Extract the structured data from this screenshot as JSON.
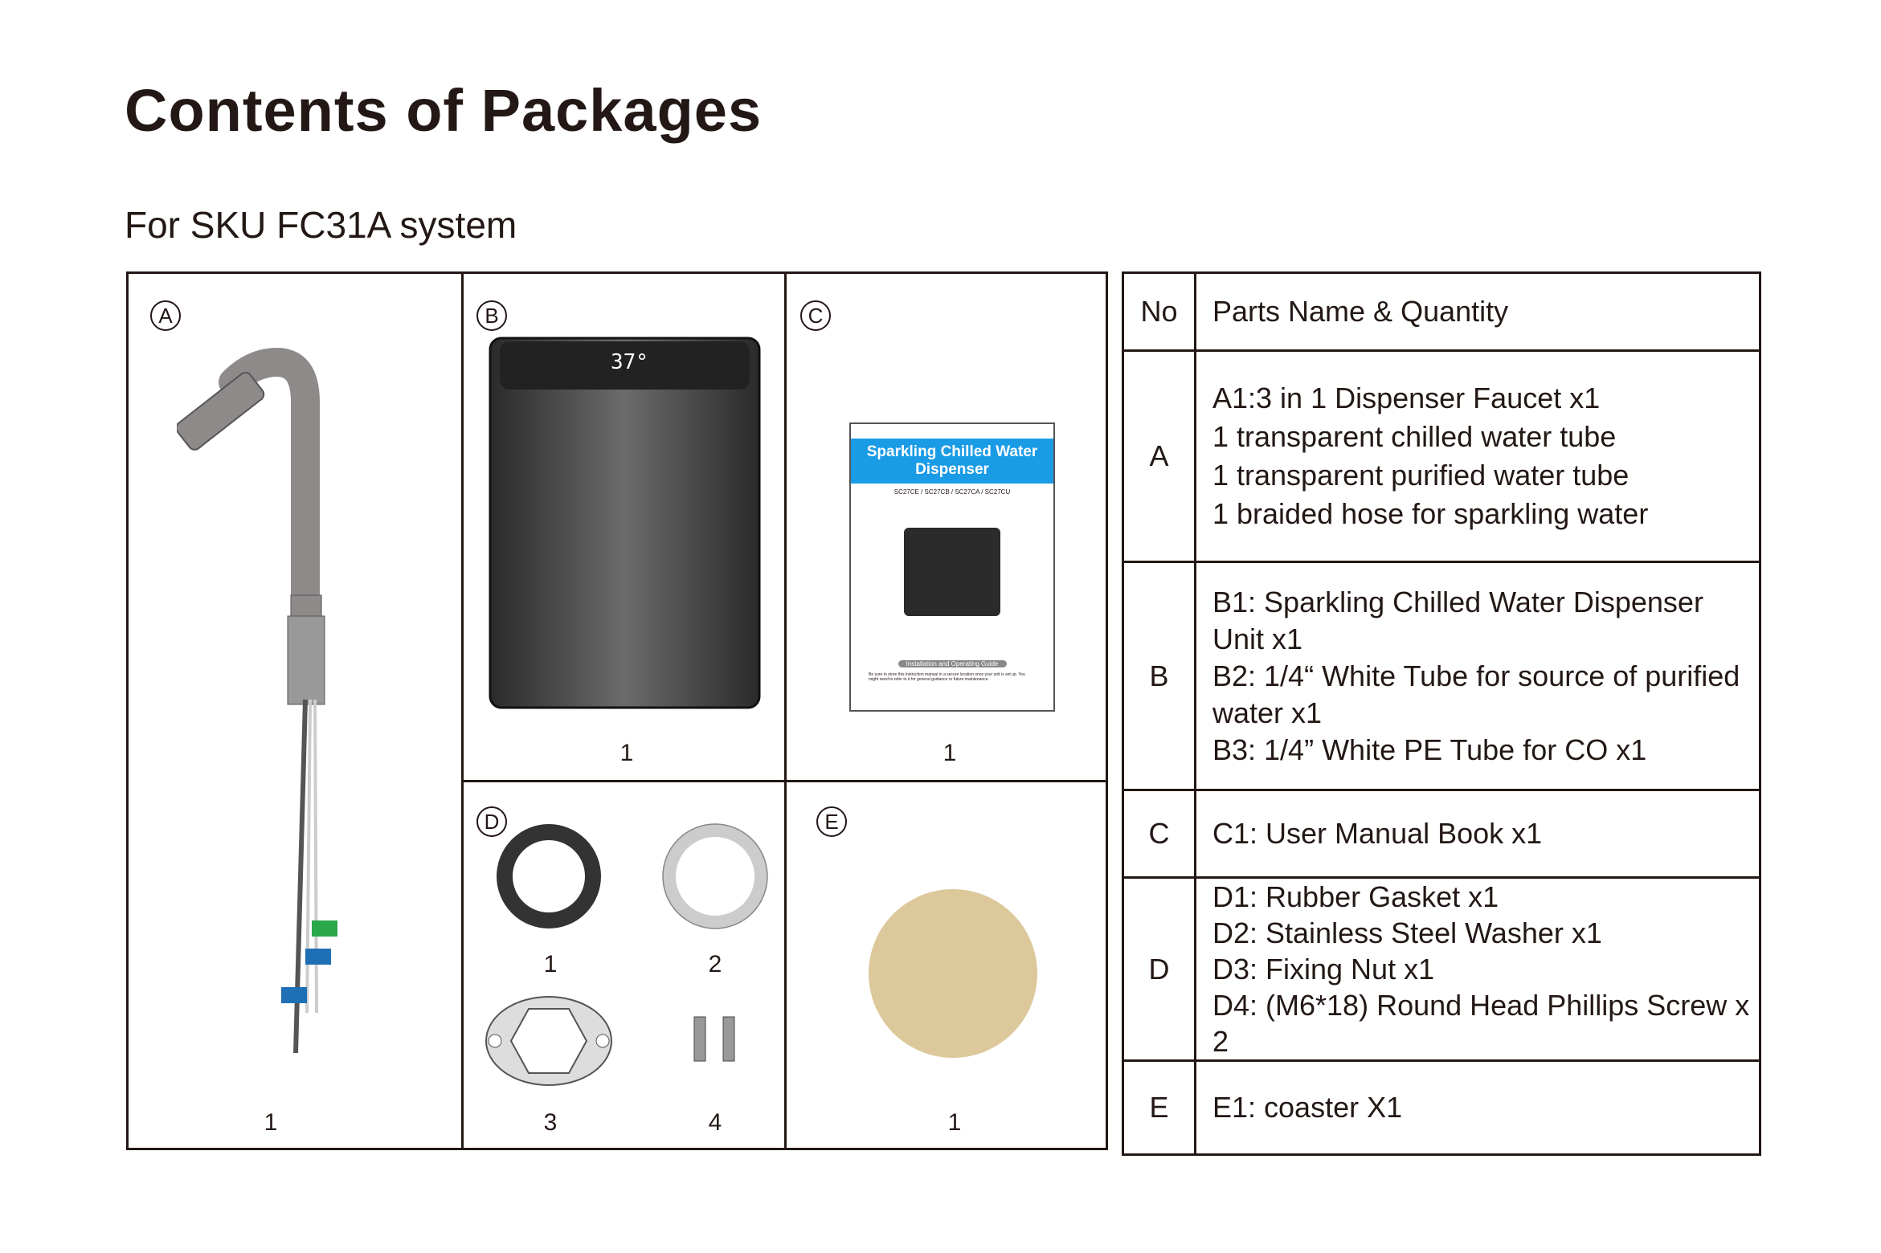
{
  "title": "Contents of Packages",
  "subtitle": "For SKU FC31A system",
  "panels": {
    "A": {
      "label": "A",
      "qty": "1"
    },
    "B": {
      "label": "B",
      "qty": "1",
      "display": "37°"
    },
    "C": {
      "label": "C",
      "qty": "1",
      "manual": {
        "title1": "Sparkling Chilled Water",
        "title2": "Dispenser",
        "models": "SC27CE / SC27CB / SC27CA / SC27CU",
        "guide": "Installation and Operating Guide",
        "note1": "Be sure to store this instruction manual in a secure location once your unit is set up. You might",
        "note2": "need to refer to it for general guidance or future maintenance."
      }
    },
    "D": {
      "label": "D",
      "items": [
        "1",
        "2",
        "3",
        "4"
      ]
    },
    "E": {
      "label": "E",
      "qty": "1"
    }
  },
  "table": {
    "headers": [
      "No",
      "Parts Name & Quantity"
    ],
    "rows": [
      {
        "no": "A",
        "lines": [
          "A1:3 in 1 Dispenser Faucet x1",
          "1 transparent chilled water tube",
          "1 transparent purified water tube",
          "1 braided hose for sparkling water"
        ]
      },
      {
        "no": "B",
        "lines": [
          "B1: Sparkling Chilled Water Dispenser Unit x1",
          "B2: 1/4“ White Tube for source of purified water x1",
          "B3: 1/4” White PE Tube for CO  x1"
        ]
      },
      {
        "no": "C",
        "lines": [
          "C1: User Manual Book x1"
        ]
      },
      {
        "no": "D",
        "lines": [
          "D1: Rubber Gasket x1",
          "D2: Stainless Steel Washer x1",
          "D3: Fixing Nut x1",
          "D4: (M6*18) Round Head Phillips Screw x 2"
        ]
      },
      {
        "no": "E",
        "lines": [
          "E1: coaster X1"
        ]
      }
    ]
  },
  "colors": {
    "manual_blue": "#1a9be6",
    "coaster": "#dcc89b",
    "faucet": "#8f8a8a"
  }
}
